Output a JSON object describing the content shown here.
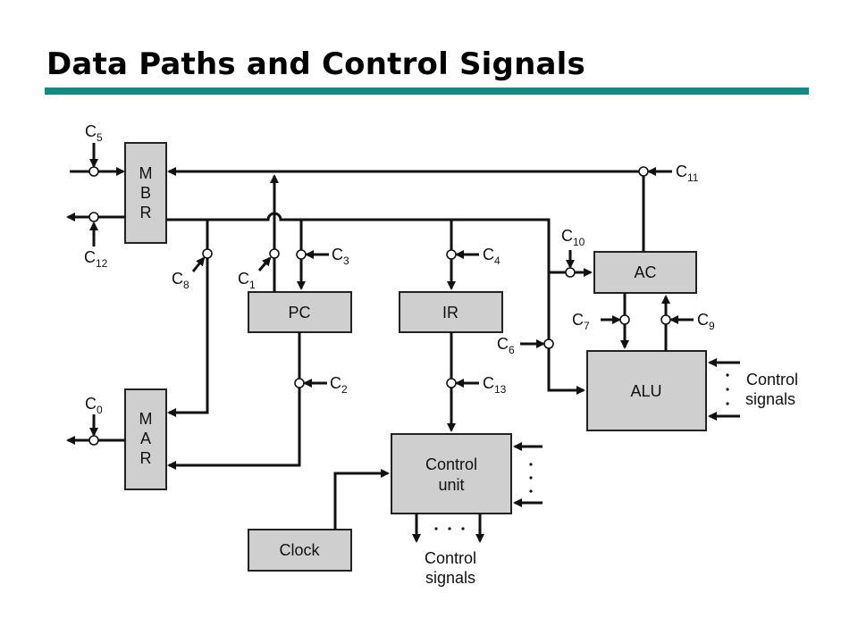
{
  "slide": {
    "title": "Data Paths and Control Signals"
  },
  "colors": {
    "title_rule": "#138a84",
    "box_fill": "#cfcfcf"
  },
  "boxes": {
    "mbr": [
      "M",
      "B",
      "R"
    ],
    "mar": [
      "M",
      "A",
      "R"
    ],
    "pc": "PC",
    "ir": "IR",
    "ac": "AC",
    "alu": "ALU",
    "control_unit": [
      "Control",
      "unit"
    ],
    "clock": "Clock"
  },
  "signals": [
    {
      "id": "c0",
      "base": "C",
      "sub": "0"
    },
    {
      "id": "c1",
      "base": "C",
      "sub": "1"
    },
    {
      "id": "c2",
      "base": "C",
      "sub": "2"
    },
    {
      "id": "c3",
      "base": "C",
      "sub": "3"
    },
    {
      "id": "c4",
      "base": "C",
      "sub": "4"
    },
    {
      "id": "c5",
      "base": "C",
      "sub": "5"
    },
    {
      "id": "c6",
      "base": "C",
      "sub": "6"
    },
    {
      "id": "c7",
      "base": "C",
      "sub": "7"
    },
    {
      "id": "c8",
      "base": "C",
      "sub": "8"
    },
    {
      "id": "c9",
      "base": "C",
      "sub": "9"
    },
    {
      "id": "c10",
      "base": "C",
      "sub": "10"
    },
    {
      "id": "c11",
      "base": "C",
      "sub": "11"
    },
    {
      "id": "c12",
      "base": "C",
      "sub": "12"
    },
    {
      "id": "c13",
      "base": "C",
      "sub": "13"
    }
  ],
  "alu_control": [
    "Control",
    "signals"
  ],
  "cu_output": [
    "Control",
    "signals"
  ]
}
